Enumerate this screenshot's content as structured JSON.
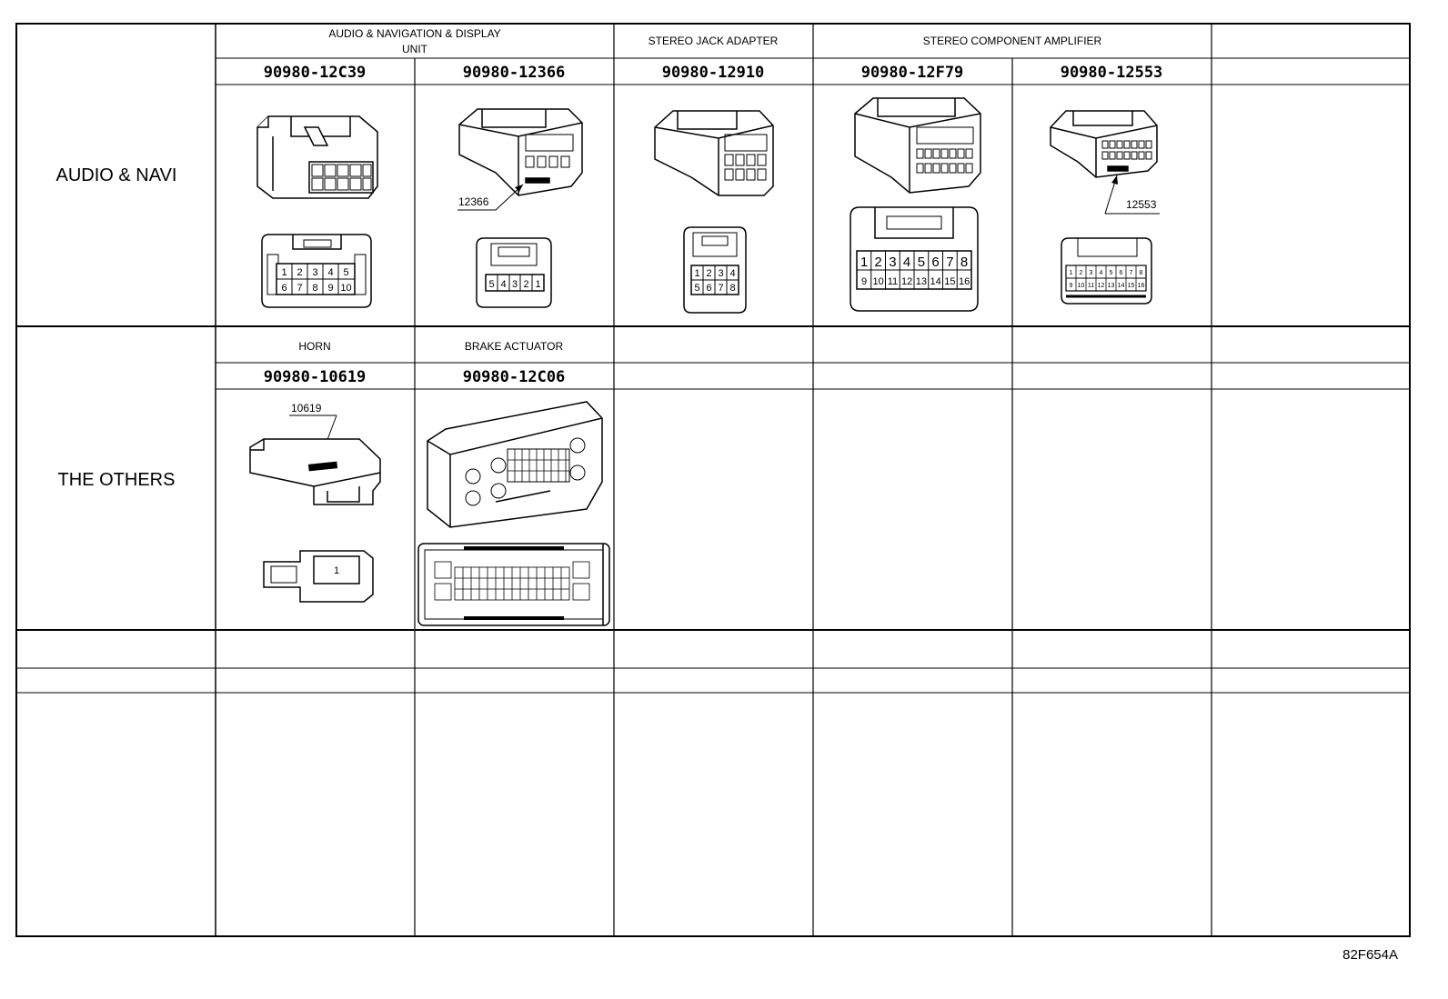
{
  "rows": [
    {
      "label": "AUDIO & NAVI",
      "groups": [
        {
          "title_lines": [
            "AUDIO & NAVIGATION & DISPLAY",
            "UNIT"
          ]
        },
        {
          "title_lines": [
            "STEREO JACK ADAPTER"
          ]
        },
        {
          "title_lines": [
            "STEREO COMPONENT AMPLIFIER"
          ]
        }
      ],
      "parts": [
        "90980-12C39",
        "90980-12366",
        "90980-12910",
        "90980-12F79",
        "90980-12553"
      ],
      "callouts": [
        "12366",
        "12553"
      ]
    },
    {
      "label": "THE OTHERS",
      "groups": [
        {
          "title_lines": [
            "HORN"
          ]
        },
        {
          "title_lines": [
            "BRAKE ACTUATOR"
          ]
        }
      ],
      "parts": [
        "90980-10619",
        "90980-12C06"
      ],
      "callouts": [
        "10619"
      ]
    }
  ],
  "pinouts": {
    "p12c39": {
      "top": [
        "1",
        "2",
        "3",
        "4",
        "5"
      ],
      "bottom": [
        "6",
        "7",
        "8",
        "9",
        "10"
      ]
    },
    "p12366": {
      "row": [
        "5",
        "4",
        "3",
        "2",
        "1"
      ]
    },
    "p12910": {
      "top": [
        "1",
        "2",
        "3",
        "4"
      ],
      "bottom": [
        "5",
        "6",
        "7",
        "8"
      ]
    },
    "p12f79": {
      "top": [
        "1",
        "2",
        "3",
        "4",
        "5",
        "6",
        "7",
        "8"
      ],
      "bottom": [
        "9",
        "10",
        "11",
        "12",
        "13",
        "14",
        "15",
        "16"
      ]
    },
    "p12553": {
      "top": [
        "1",
        "2",
        "3",
        "4",
        "5",
        "6",
        "7",
        "8"
      ],
      "bottom": [
        "9",
        "10",
        "11",
        "12",
        "13",
        "14",
        "15",
        "16"
      ]
    },
    "p10619": {
      "pin": "1"
    }
  },
  "figure_code": "82F654A"
}
